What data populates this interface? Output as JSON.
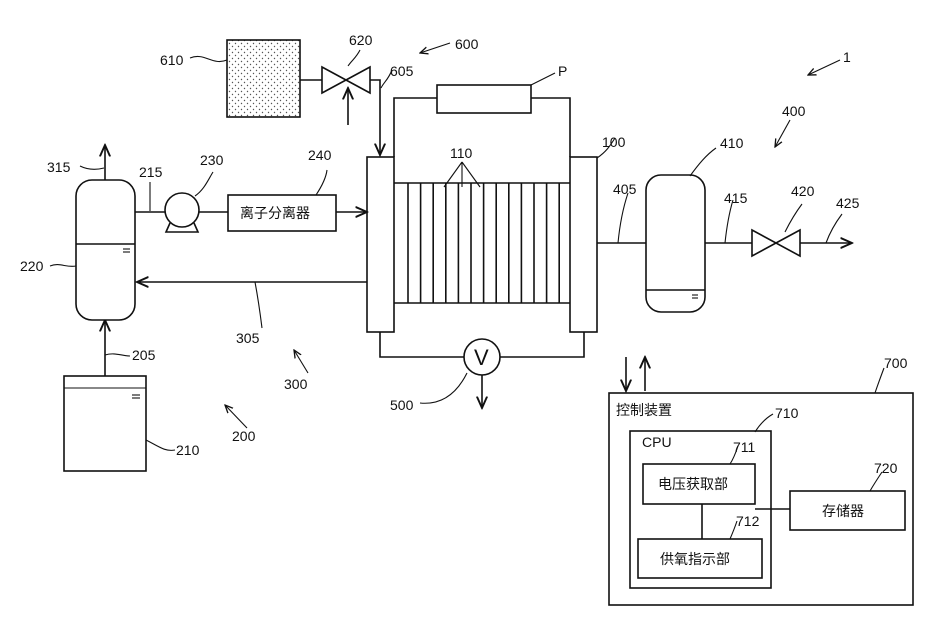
{
  "labels": {
    "system": "1",
    "dot": "P",
    "stack": "100",
    "cells": "110",
    "anode": "200",
    "tank": "210",
    "line205": "205",
    "line215": "215",
    "separator": "220",
    "pump": "230",
    "ionfilter": "240",
    "cathode": "300",
    "line305": "305",
    "line315": "315",
    "h2": "400",
    "line405": "405",
    "gasliquid": "410",
    "line415": "415",
    "valve420": "420",
    "line425": "425",
    "voltmeter": "500",
    "oxygen": "600",
    "line605": "605",
    "o2tank": "610",
    "valve620": "620",
    "controller": "700",
    "cpu_ref": "710",
    "voltage_ref": "711",
    "supply_ref": "712",
    "storage_ref": "720"
  },
  "text": {
    "ion_filter_name": "离子分离器",
    "controller_name": "控制装置",
    "cpu": "CPU",
    "voltage_unit": "电压获取部",
    "supply_unit": "供氧指示部",
    "storage": "存储器",
    "voltmeter_symbol": "V"
  }
}
